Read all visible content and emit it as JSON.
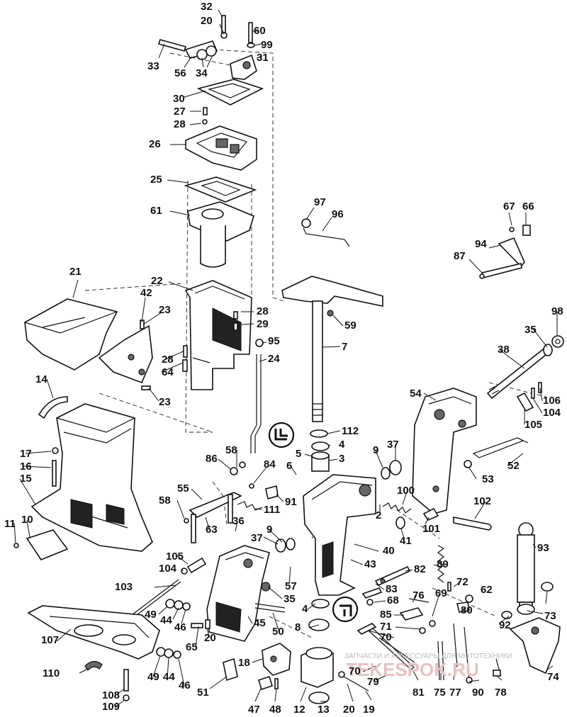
{
  "labels": [
    "32",
    "20",
    "60",
    "99",
    "33",
    "56",
    "34",
    "31",
    "30",
    "27",
    "28",
    "26",
    "25",
    "61",
    "97",
    "96",
    "67",
    "66",
    "87",
    "94",
    "21",
    "42",
    "23",
    "22",
    "28",
    "29",
    "59",
    "7",
    "98",
    "35",
    "28",
    "64",
    "95",
    "24",
    "38",
    "23",
    "14",
    "54",
    "106",
    "104",
    "105",
    "112",
    "4",
    "58",
    "5",
    "3",
    "9",
    "37",
    "17",
    "86",
    "84",
    "6",
    "16",
    "52",
    "53",
    "15",
    "55",
    "91",
    "111",
    "100",
    "102",
    "58",
    "2",
    "11",
    "10",
    "36",
    "63",
    "101",
    "41",
    "9",
    "37",
    "93",
    "105",
    "40",
    "57",
    "104",
    "43",
    "89",
    "82",
    "103",
    "35",
    "83",
    "72",
    "62",
    "68",
    "76",
    "69",
    "49",
    "44",
    "46",
    "4",
    "80",
    "20",
    "85",
    "71",
    "70",
    "92",
    "73",
    "65",
    "45",
    "50",
    "8",
    "107",
    "18",
    "70",
    "79",
    "110",
    "49",
    "44",
    "46",
    "81",
    "75",
    "77",
    "90",
    "78",
    "74",
    "108",
    "109",
    "51",
    "47",
    "48",
    "12",
    "13",
    "20",
    "19"
  ],
  "watermark": {
    "caption": "ЗАПЧАСТИ И АКСЕССУАРЫ ДЛЯ МОТОТЕХНИКИ",
    "brand": "TEKESPOK.RU"
  }
}
